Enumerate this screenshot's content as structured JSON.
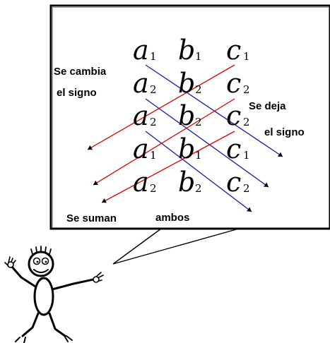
{
  "matrix": [
    [
      {
        "letter": "a",
        "sub": "1"
      },
      {
        "letter": "b",
        "sub": "1"
      },
      {
        "letter": "c",
        "sub": "1"
      }
    ],
    [
      {
        "letter": "a",
        "sub": "2"
      },
      {
        "letter": "b",
        "sub": "2"
      },
      {
        "letter": "c",
        "sub": "2"
      }
    ],
    [
      {
        "letter": "a",
        "sub": "2"
      },
      {
        "letter": "b",
        "sub": "2"
      },
      {
        "letter": "c",
        "sub": "2"
      }
    ],
    [
      {
        "letter": "a",
        "sub": "1"
      },
      {
        "letter": "b",
        "sub": "1"
      },
      {
        "letter": "c",
        "sub": "1"
      }
    ],
    [
      {
        "letter": "a",
        "sub": "2"
      },
      {
        "letter": "b",
        "sub": "2"
      },
      {
        "letter": "c",
        "sub": "2"
      }
    ]
  ],
  "notes": {
    "se_cambia": "Se cambia",
    "el_signo_left": "el signo",
    "se_deja": "Se deja",
    "el_signo_right": "el signo",
    "se_suman": "Se suman",
    "ambos": "ambos"
  },
  "colors": {
    "minus_diagonals": "#e00000",
    "plus_diagonals": "#1b1b9e",
    "ink": "#000000"
  }
}
